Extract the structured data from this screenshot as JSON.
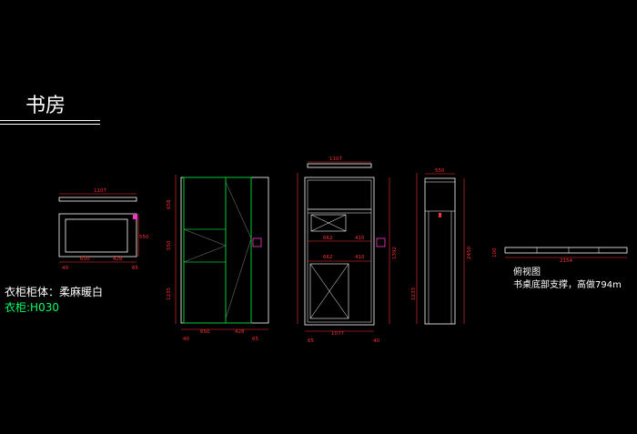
{
  "drawing": {
    "title": "书房",
    "material_note": "衣柜柜体：柔麻暖白",
    "code_note": "衣柜:H030",
    "top_view_label": "俯视图",
    "top_view_note": "书桌底部支撑，高做794m"
  },
  "dimensions": {
    "plan_width": "1107",
    "plan_left": "650",
    "plan_right": "428",
    "plan_side": "550",
    "plan_small_left": "40",
    "plan_small_right": "65",
    "elev1_top_height": "658",
    "elev1_mid_height": "550",
    "elev1_bottom_height": "1235",
    "elev1_width_left": "650",
    "elev1_width_right": "428",
    "elev1_small_left": "40",
    "elev1_small_right": "65",
    "elev2_top_width": "1107",
    "elev2_shelf_left": "662",
    "elev2_shelf_right": "410",
    "elev2_lower_left": "662",
    "elev2_lower_right": "410",
    "elev2_bottom_width": "1077",
    "elev2_small_left": "65",
    "elev2_small_right": "40",
    "elev2_right_height": "1392",
    "elev3_top_width": "550",
    "elev3_total_height": "2450",
    "elev3_lower_height": "1233",
    "desk_length": "2154",
    "desk_height": "100"
  },
  "colors": {
    "background": "#000000",
    "panel_white": "#ffffff",
    "panel_green": "#00cc33",
    "dimension_red": "#ff3030",
    "accent_magenta": "#ff33cc"
  }
}
